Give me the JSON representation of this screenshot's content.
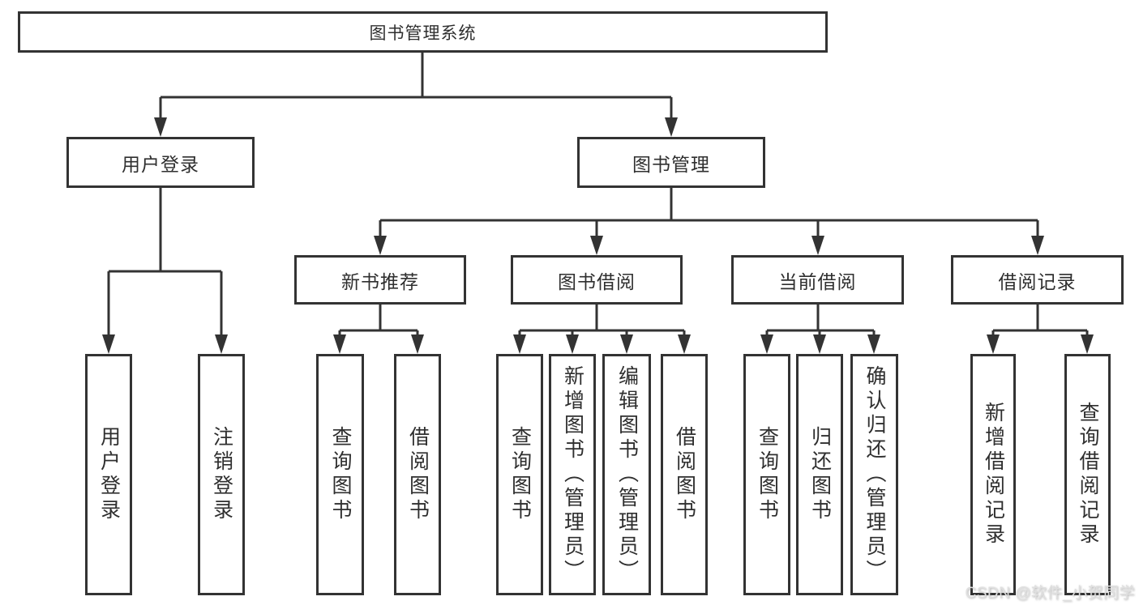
{
  "colors": {
    "line": "#333333",
    "text": "#2f2f2f",
    "box_bg": "#ffffff",
    "background": "#ffffff",
    "watermark": "#e0e0e0"
  },
  "watermark": {
    "text": "CSDN @软件_小贺同学"
  },
  "tree": {
    "label": "图书管理系统",
    "children": [
      {
        "label": "用户登录",
        "children": [
          {
            "label": "用户登录"
          },
          {
            "label": "注销登录"
          }
        ]
      },
      {
        "label": "图书管理",
        "children": [
          {
            "label": "新书推荐",
            "children": [
              {
                "label": "查询图书"
              },
              {
                "label": "借阅图书"
              }
            ]
          },
          {
            "label": "图书借阅",
            "children": [
              {
                "label": "查询图书"
              },
              {
                "label": "新增图书（管理员）"
              },
              {
                "label": "编辑图书（管理员）"
              },
              {
                "label": "借阅图书"
              }
            ]
          },
          {
            "label": "当前借阅",
            "children": [
              {
                "label": "查询图书"
              },
              {
                "label": "归还图书"
              },
              {
                "label": "确认归还（管理员）"
              }
            ]
          },
          {
            "label": "借阅记录",
            "children": [
              {
                "label": "新增借阅记录"
              },
              {
                "label": "查询借阅记录"
              }
            ]
          }
        ]
      }
    ]
  }
}
